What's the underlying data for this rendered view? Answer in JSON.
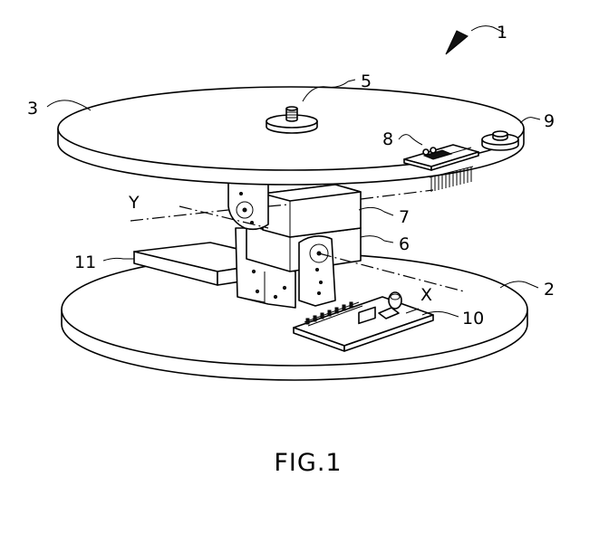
{
  "figure": {
    "caption": "FIG.1",
    "labels": {
      "assembly": "1",
      "bottom_plate": "2",
      "top_plate": "3",
      "mount_screw": "5",
      "servo_lower": "6",
      "servo_upper": "7",
      "sensor_board": "8",
      "spacer": "9",
      "controller_board": "10",
      "battery": "11",
      "axis_x": "X",
      "axis_y": "Y"
    }
  }
}
